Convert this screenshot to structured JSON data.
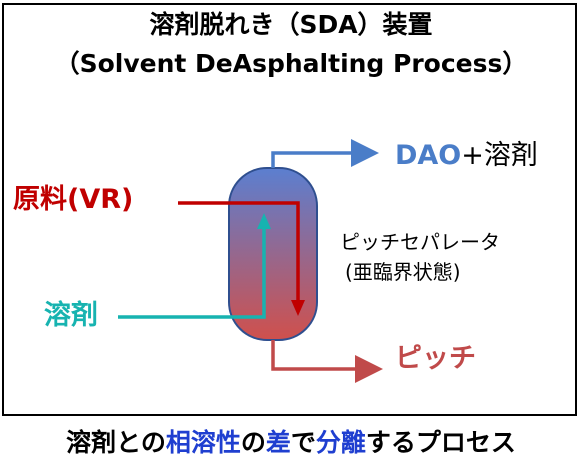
{
  "title": {
    "line1": "溶剤脱れき（SDA）装置",
    "line2": "（Solvent DeAsphalting Process）"
  },
  "streams": {
    "dao": "DAO",
    "dao_plus": "+溶剤",
    "feed": "原料(VR)",
    "solvent": "溶剤",
    "pitch": "ピッチ"
  },
  "separator": {
    "label_line1": "ピッチセパレータ",
    "label_line2": "(亜臨界状態)"
  },
  "footer": {
    "part1": "溶剤との",
    "highlight1": "相溶性",
    "part2": "の",
    "highlight2": "差",
    "part3": "で",
    "highlight3": "分離",
    "part4": "するプロセス"
  },
  "colors": {
    "dao_blue": "#4a7dc8",
    "feed_red": "#c00000",
    "solvent_teal": "#17b3b0",
    "pitch_red": "#c04a4a",
    "vessel_top": "#5b7fd0",
    "vessel_bottom": "#d0504c",
    "footer_highlight": "#1f3fd0"
  }
}
